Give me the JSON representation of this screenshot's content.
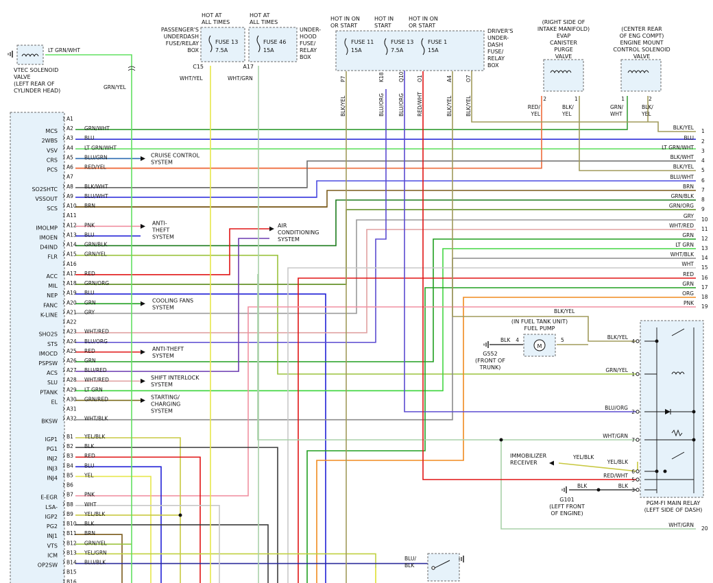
{
  "ecm": {
    "a_pins": [
      "A1",
      "A2",
      "A3",
      "A4",
      "A5",
      "A6",
      "A7",
      "A8",
      "A9",
      "A10",
      "A11",
      "A12",
      "A13",
      "A14",
      "A15",
      "A16",
      "A17",
      "A18",
      "A19",
      "A20",
      "A21",
      "A22",
      "A23",
      "A24",
      "A25",
      "A26",
      "A27",
      "A28",
      "A29",
      "A30",
      "A31",
      "A32"
    ],
    "b_pins": [
      "B1",
      "B2",
      "B3",
      "B4",
      "B5",
      "B6",
      "B7",
      "B8",
      "B9",
      "B10",
      "B11",
      "B12",
      "B13",
      "B14",
      "B15",
      "B16"
    ],
    "signals": [
      {
        "label": "MCS",
        "row": "A2"
      },
      {
        "label": "2WBS",
        "row": "A3"
      },
      {
        "label": "VSV",
        "row": "A4"
      },
      {
        "label": "CRS",
        "row": "A5"
      },
      {
        "label": "PCS",
        "row": "A6"
      },
      {
        "label": "SO2SHTC",
        "row": "A8"
      },
      {
        "label": "VSSOUT",
        "row": "A9"
      },
      {
        "label": "SCS",
        "row": "A10"
      },
      {
        "label": "IMOLMP",
        "row": "A12"
      },
      {
        "label": "IMOEN",
        "row": "A13"
      },
      {
        "label": "D4IND",
        "row": "A14"
      },
      {
        "label": "FLR",
        "row": "A15"
      },
      {
        "label": "ACC",
        "row": "A17"
      },
      {
        "label": "MIL",
        "row": "A18"
      },
      {
        "label": "NEP",
        "row": "A19"
      },
      {
        "label": "FANC",
        "row": "A20"
      },
      {
        "label": "K-LINE",
        "row": "A21"
      },
      {
        "label": "SHO2S",
        "row": "A23"
      },
      {
        "label": "STS",
        "row": "A24"
      },
      {
        "label": "IMOCD",
        "row": "A25"
      },
      {
        "label": "PSPSW",
        "row": "A26"
      },
      {
        "label": "ACS",
        "row": "A27"
      },
      {
        "label": "SLU",
        "row": "A28"
      },
      {
        "label": "PTANK",
        "row": "A29"
      },
      {
        "label": "EL",
        "row": "A30"
      },
      {
        "label": "BKSW",
        "row": "A32"
      },
      {
        "label": "IGP1",
        "row": "B1"
      },
      {
        "label": "PG1",
        "row": "B2"
      },
      {
        "label": "INJ2",
        "row": "B3"
      },
      {
        "label": "INJ3",
        "row": "B4"
      },
      {
        "label": "INJ4",
        "row": "B5"
      },
      {
        "label": "E-EGR",
        "row": "B7"
      },
      {
        "label": "LSA-",
        "row": "B8"
      },
      {
        "label": "IGP2",
        "row": "B9"
      },
      {
        "label": "PG2",
        "row": "B10"
      },
      {
        "label": "INJ1",
        "row": "B11"
      },
      {
        "label": "VTS",
        "row": "B12"
      },
      {
        "label": "ICM",
        "row": "B13"
      },
      {
        "label": "OP2SW",
        "row": "B14"
      }
    ],
    "wire_labels": [
      {
        "row": "A2",
        "text": "GRN/WHT"
      },
      {
        "row": "A3",
        "text": "BLU"
      },
      {
        "row": "A4",
        "text": "LT GRN/WHT"
      },
      {
        "row": "A5",
        "text": "BLU/GRN"
      },
      {
        "row": "A6",
        "text": "RED/YEL"
      },
      {
        "row": "A8",
        "text": "BLK/WHT"
      },
      {
        "row": "A9",
        "text": "BLU/WHT"
      },
      {
        "row": "A10",
        "text": "BRN"
      },
      {
        "row": "A12",
        "text": "PNK"
      },
      {
        "row": "A13",
        "text": "BLU"
      },
      {
        "row": "A14",
        "text": "GRN/BLK"
      },
      {
        "row": "A15",
        "text": "GRN/YEL"
      },
      {
        "row": "A17",
        "text": "RED"
      },
      {
        "row": "A18",
        "text": "GRN/ORG"
      },
      {
        "row": "A19",
        "text": "BLU"
      },
      {
        "row": "A20",
        "text": "GRN"
      },
      {
        "row": "A21",
        "text": "GRY"
      },
      {
        "row": "A23",
        "text": "WHT/RED"
      },
      {
        "row": "A24",
        "text": "BLU/ORG"
      },
      {
        "row": "A25",
        "text": "RED"
      },
      {
        "row": "A26",
        "text": "GRN"
      },
      {
        "row": "A27",
        "text": "BLU/RED"
      },
      {
        "row": "A28",
        "text": "WHT/RED"
      },
      {
        "row": "A29",
        "text": "LT GRN"
      },
      {
        "row": "A30",
        "text": "GRN/RED"
      },
      {
        "row": "A32",
        "text": "WHT/BLK"
      },
      {
        "row": "B1",
        "text": "YEL/BLK"
      },
      {
        "row": "B2",
        "text": "BLK"
      },
      {
        "row": "B3",
        "text": "RED"
      },
      {
        "row": "B4",
        "text": "BLU"
      },
      {
        "row": "B5",
        "text": "YEL"
      },
      {
        "row": "B7",
        "text": "PNK"
      },
      {
        "row": "B8",
        "text": "WHT"
      },
      {
        "row": "B9",
        "text": "YEL/BLK"
      },
      {
        "row": "B10",
        "text": "BLK"
      },
      {
        "row": "B11",
        "text": "BRN"
      },
      {
        "row": "B12",
        "text": "GRN/YEL"
      },
      {
        "row": "B13",
        "text": "YEL/GRN"
      },
      {
        "row": "B14",
        "text": "BLU/BLK"
      }
    ]
  },
  "right_terminals": [
    {
      "num": "1",
      "label": "BLK/YEL"
    },
    {
      "num": "2",
      "label": "BLU"
    },
    {
      "num": "3",
      "label": "LT GRN/WHT"
    },
    {
      "num": "4",
      "label": "BLK/WHT"
    },
    {
      "num": "5",
      "label": "BLK/YEL"
    },
    {
      "num": "6",
      "label": "BLU/WHT"
    },
    {
      "num": "7",
      "label": "BRN"
    },
    {
      "num": "8",
      "label": "GRN/BLK"
    },
    {
      "num": "9",
      "label": "GRN/ORG"
    },
    {
      "num": "10",
      "label": "GRY"
    },
    {
      "num": "11",
      "label": "WHT/RED"
    },
    {
      "num": "12",
      "label": "GRN"
    },
    {
      "num": "13",
      "label": "LT GRN"
    },
    {
      "num": "14",
      "label": "WHT/BLK"
    },
    {
      "num": "15",
      "label": "WHT"
    },
    {
      "num": "16",
      "label": "RED"
    },
    {
      "num": "17",
      "label": "GRN"
    },
    {
      "num": "18",
      "label": "ORG"
    },
    {
      "num": "19",
      "label": "PNK"
    },
    {
      "num": "20",
      "label": "WHT/GRN"
    }
  ],
  "system_labels": {
    "cruise": [
      "CRUISE CONTROL",
      "SYSTEM"
    ],
    "antitheft1": [
      "ANTI-",
      "THEFT",
      "SYSTEM"
    ],
    "aircon": [
      "AIR",
      "CONDITIONING",
      "SYSTEM"
    ],
    "fans": [
      "COOLING FANS",
      "SYSTEM"
    ],
    "antitheft2": [
      "ANTI-THEFT",
      "SYSTEM"
    ],
    "shift": [
      "SHIFT INTERLOCK",
      "SYSTEM"
    ],
    "charging": [
      "STARTING/",
      "CHARGING",
      "SYSTEM"
    ]
  },
  "vtec": {
    "label": [
      "VTEC SOLENOID",
      "VALVE",
      "(LEFT REAR OF",
      "CYLINDER HEAD)"
    ],
    "wire_top": "LT GRN/WHT",
    "wire_down": "GRN/YEL"
  },
  "passenger_box": {
    "title": [
      "PASSENGER'S",
      "UNDERDASH",
      "FUSE/RELAY",
      "BOX"
    ],
    "hot": [
      "HOT AT",
      "ALL TIMES"
    ],
    "fuse": "FUSE 13",
    "amp": "7.5A",
    "conn": "C15",
    "wire": "WHT/YEL"
  },
  "underhood_box": {
    "title": [
      "UNDER-",
      "HOOD",
      "FUSE/",
      "RELAY",
      "BOX"
    ],
    "hot": [
      "HOT AT",
      "ALL TIMES"
    ],
    "fuse": "FUSE 46",
    "amp": "15A",
    "conn": "A17",
    "wire": "WHT/GRN"
  },
  "driver_box": {
    "title": [
      "DRIVER'S",
      "UNDER-",
      "DASH",
      "FUSE/",
      "RELAY",
      "BOX"
    ],
    "hot": [
      [
        "HOT IN ON",
        "OR START"
      ],
      [
        "HOT IN",
        "START"
      ],
      [
        "HOT IN ON",
        "OR START"
      ]
    ],
    "fuses": [
      {
        "name": "FUSE 11",
        "amp": "15A"
      },
      {
        "name": "FUSE 13",
        "amp": "7.5A"
      },
      {
        "name": "FUSE 1",
        "amp": "15A"
      }
    ],
    "pins": [
      "P7",
      "K18",
      "Q10",
      "O1",
      "A4",
      "O7"
    ],
    "wires": [
      "BLK/YEL",
      "BLU/ORG",
      "BLU/ORG",
      "RED/WHT",
      "BLK/YEL",
      "BLK/YEL"
    ]
  },
  "evap_valve": {
    "label": [
      "(RIGHT SIDE OF",
      "INTAKE MANIFOLD)",
      "EVAP",
      "CANISTER",
      "PURGE",
      "VALVE"
    ],
    "pins": [
      "2",
      "1"
    ],
    "wires": [
      [
        "RED/",
        "YEL"
      ],
      [
        "BLK/",
        "YEL"
      ]
    ]
  },
  "engine_mount": {
    "label": [
      "(CENTER REAR",
      "OF ENG COMPT)",
      "ENGINE MOUNT",
      "CONTROL SOLENOID",
      "VALVE"
    ],
    "pins": [
      "1",
      "2"
    ],
    "wires": [
      [
        "GRN/",
        "WHT"
      ],
      [
        "BLK/",
        "YEL"
      ]
    ]
  },
  "fuel_pump": {
    "label": [
      "(IN FUEL TANK UNIT)",
      "FUEL PUMP"
    ],
    "pin_left": "4",
    "pin_right": "5",
    "wire_left": "BLK",
    "wire_top": "BLK/YEL",
    "motor": "M"
  },
  "g552": {
    "label": [
      "G552",
      "(FRONT OF",
      "TRUNK)"
    ]
  },
  "g101": {
    "label": [
      "G101",
      "(LEFT FRONT",
      "OF ENGINE)"
    ],
    "wire": "BLK"
  },
  "main_relay": {
    "label": [
      "PGM-FI MAIN RELAY",
      "(LEFT SIDE OF DASH)"
    ],
    "pins": [
      {
        "num": "4",
        "wire": "BLK/YEL"
      },
      {
        "num": "1",
        "wire": "GRN/YEL"
      },
      {
        "num": "2",
        "wire": "BLU/ORG"
      },
      {
        "num": "7",
        "wire": "WHT/GRN"
      },
      {
        "num": "6",
        "wire": "YEL/BLK"
      },
      {
        "num": "5",
        "wire": "RED/WHT"
      },
      {
        "num": "3",
        "wire": "BLK"
      }
    ],
    "immob_wire": "YEL/BLK"
  },
  "immobilizer": {
    "label": [
      "IMMOBILIZER",
      "RECEIVER"
    ]
  },
  "bottom_switch": {
    "wire": [
      "BLU/",
      "BLK"
    ]
  },
  "colors": {
    "BLK": "#3a3a3a",
    "BLU": "#1f1fd6",
    "GRN": "#1f9e1f",
    "LTGRN": "#42d642",
    "RED": "#e01414",
    "YEL": "#e6e64a",
    "BRN": "#7a5a1a",
    "GRY": "#9a9a9a",
    "WHT": "#c8c8c8",
    "PNK": "#f08fa0",
    "ORG": "#f08a1e",
    "GRNYEL": "#9ac23a",
    "BLKYEL": "#a09a5a",
    "BLUORG": "#5a4ad0",
    "GRNORG": "#5a8a1a",
    "WHTGRN": "#a8d0a8",
    "WHTRED": "#e0a0a0",
    "WHTBLK": "#8a8a8a",
    "BLUWHT": "#4a4ae0",
    "GRNWHT": "#3aa03a",
    "LTGRNWHT": "#60e060",
    "REDWHT": "#e03a3a",
    "REDYEL": "#ee6a3a",
    "BLUGRN": "#2a6ab0",
    "BLKWHT": "#6a6a6a",
    "BLUBLK": "#2a2a9a",
    "BLURED": "#6a3ab0",
    "GRNRED": "#7a6a1a",
    "GRNBLK": "#1a7a1a",
    "YELBLK": "#c8c840",
    "YELGRN": "#c0d040",
    "box": "#e6f2fa",
    "boxline": "#6a6a6a"
  }
}
